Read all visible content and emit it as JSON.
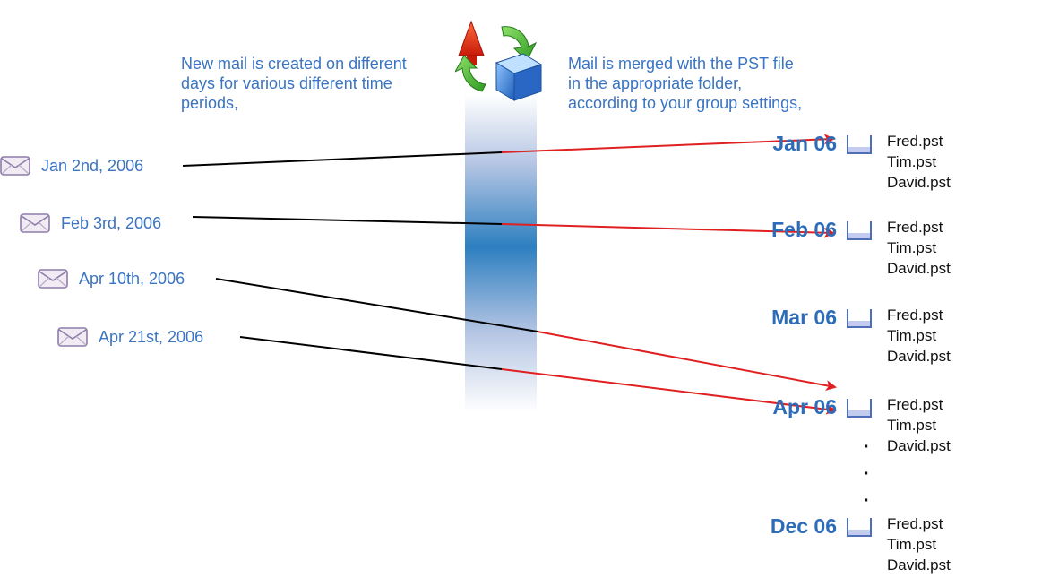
{
  "captions": {
    "left": [
      "New mail is created on different",
      "days for various different time",
      "periods,"
    ],
    "right": [
      "Mail is merged with the PST file",
      "in the appropriate folder,",
      "according to your group settings,"
    ]
  },
  "mail_items": [
    {
      "date": "Jan 2nd, 2006",
      "target_month": "Jan 06"
    },
    {
      "date": "Feb 3rd, 2006",
      "target_month": "Feb 06"
    },
    {
      "date": "Apr 10th, 2006",
      "target_month": "Apr 06"
    },
    {
      "date": "Apr 21st, 2006",
      "target_month": "Apr 06"
    }
  ],
  "months": [
    {
      "label": "Jan 06",
      "files": [
        "Fred.pst",
        "Tim.pst",
        "David.pst"
      ]
    },
    {
      "label": "Feb 06",
      "files": [
        "Fred.pst",
        "Tim.pst",
        "David.pst"
      ]
    },
    {
      "label": "Mar 06",
      "files": [
        "Fred.pst",
        "Tim.pst",
        "David.pst"
      ]
    },
    {
      "label": "Apr 06",
      "files": [
        "Fred.pst",
        "Tim.pst",
        "David.pst"
      ]
    },
    {
      "label": "Dec 06",
      "files": [
        "Fred.pst",
        "Tim.pst",
        "David.pst"
      ]
    }
  ],
  "ellipsis": [
    "·",
    "·",
    "·"
  ],
  "icons": {
    "mail": "envelope-icon",
    "folder": "folder-tray-icon",
    "merge": "merge-arrows-cube-icon"
  },
  "colors": {
    "accent_text": "#3a74c2",
    "month_text": "#2d6cb8",
    "incoming_line": "#000000",
    "merged_arrow": "#e02020"
  }
}
